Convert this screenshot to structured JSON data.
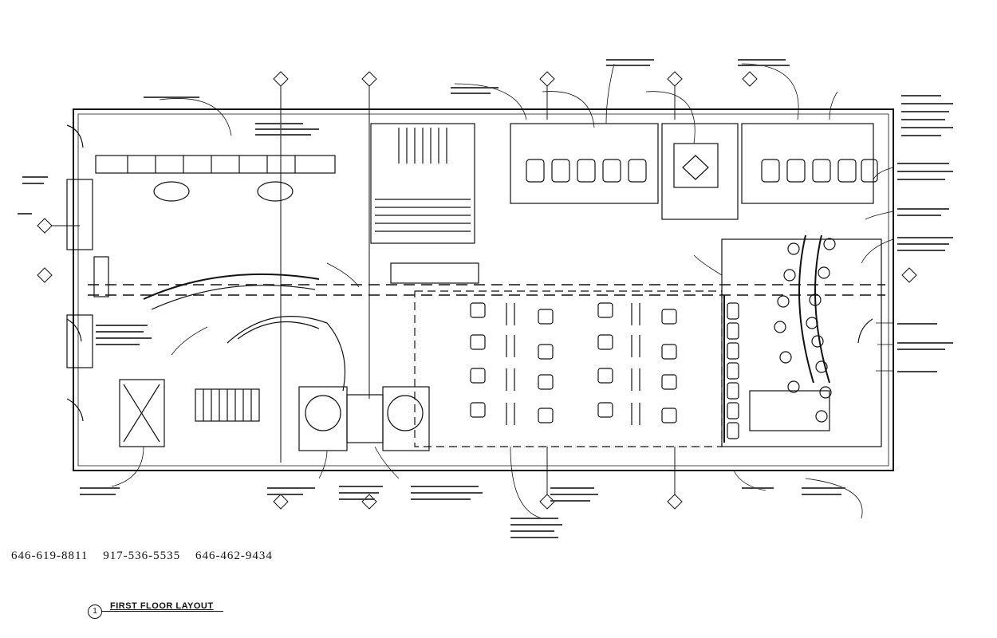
{
  "plan": {
    "phone_numbers": [
      "646-619-8811",
      "917-536-5535",
      "646-462-9434"
    ],
    "title": "FIRST FLOOR LAYOUT",
    "title_number": "1"
  }
}
